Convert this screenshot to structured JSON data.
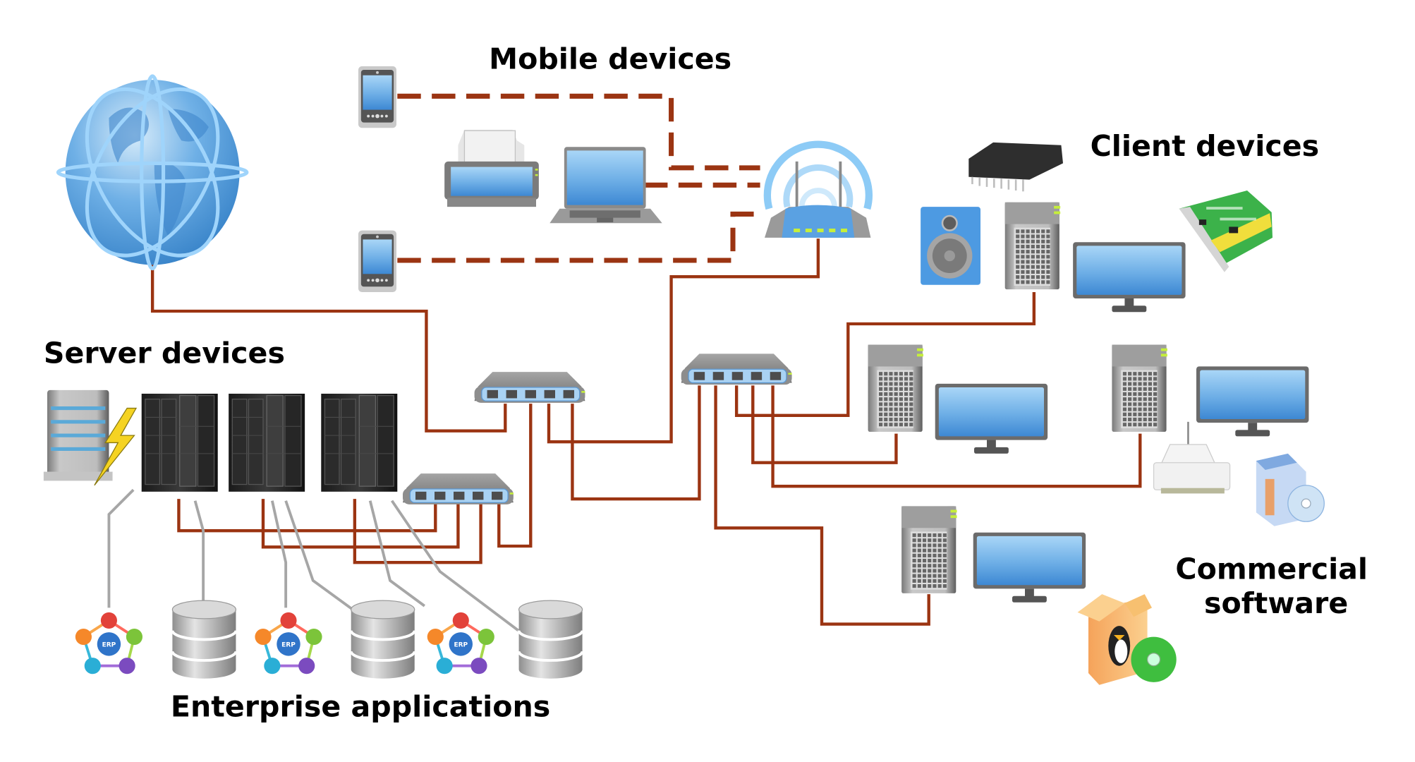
{
  "diagram": {
    "title": "Enterprise network overview",
    "labels": {
      "mobile": "Mobile devices",
      "client": "Client devices",
      "server": "Server devices",
      "enterprise": "Enterprise applications",
      "commercial_line1": "Commercial",
      "commercial_line2": "software"
    },
    "nodes": [
      {
        "id": "internet",
        "icon": "globe-icon",
        "group": "network"
      },
      {
        "id": "phone-1",
        "icon": "smartphone-icon",
        "group": "mobile"
      },
      {
        "id": "phone-2",
        "icon": "smartphone-icon",
        "group": "mobile"
      },
      {
        "id": "printer",
        "icon": "printer-icon",
        "group": "mobile"
      },
      {
        "id": "laptop",
        "icon": "laptop-icon",
        "group": "mobile"
      },
      {
        "id": "wifi-router",
        "icon": "wireless-router-icon",
        "group": "network"
      },
      {
        "id": "switch-1",
        "icon": "network-switch-icon",
        "group": "network"
      },
      {
        "id": "switch-2",
        "icon": "network-switch-icon",
        "group": "network"
      },
      {
        "id": "switch-3",
        "icon": "network-switch-icon",
        "group": "network"
      },
      {
        "id": "cpu-chip",
        "icon": "chip-icon",
        "group": "client"
      },
      {
        "id": "speaker",
        "icon": "speaker-icon",
        "group": "client"
      },
      {
        "id": "client-tower-1",
        "icon": "tower-pc-icon",
        "group": "client"
      },
      {
        "id": "client-monitor-1",
        "icon": "monitor-icon",
        "group": "client"
      },
      {
        "id": "network-card",
        "icon": "network-card-icon",
        "group": "client"
      },
      {
        "id": "client-tower-2",
        "icon": "tower-pc-icon",
        "group": "client"
      },
      {
        "id": "client-monitor-2",
        "icon": "monitor-icon",
        "group": "client"
      },
      {
        "id": "client-tower-3",
        "icon": "tower-pc-icon",
        "group": "client"
      },
      {
        "id": "client-monitor-3",
        "icon": "monitor-icon",
        "group": "client"
      },
      {
        "id": "client-tower-4",
        "icon": "tower-pc-icon",
        "group": "client"
      },
      {
        "id": "client-monitor-4",
        "icon": "monitor-icon",
        "group": "client"
      },
      {
        "id": "serial-connector",
        "icon": "serial-port-icon",
        "group": "client"
      },
      {
        "id": "software-package",
        "icon": "software-box-icon",
        "group": "commercial"
      },
      {
        "id": "linux-package",
        "icon": "linux-software-box-icon",
        "group": "commercial"
      },
      {
        "id": "power-server",
        "icon": "server-power-icon",
        "group": "server"
      },
      {
        "id": "rack-1",
        "icon": "server-rack-icon",
        "group": "server"
      },
      {
        "id": "rack-2",
        "icon": "server-rack-icon",
        "group": "server"
      },
      {
        "id": "rack-3",
        "icon": "server-rack-icon",
        "group": "server"
      },
      {
        "id": "erp-1",
        "icon": "erp-icon",
        "group": "enterprise",
        "text": "ERP"
      },
      {
        "id": "db-1",
        "icon": "database-icon",
        "group": "enterprise"
      },
      {
        "id": "erp-2",
        "icon": "erp-icon",
        "group": "enterprise",
        "text": "ERP"
      },
      {
        "id": "db-2",
        "icon": "database-icon",
        "group": "enterprise"
      },
      {
        "id": "erp-3",
        "icon": "erp-icon",
        "group": "enterprise",
        "text": "ERP"
      },
      {
        "id": "db-3",
        "icon": "database-icon",
        "group": "enterprise"
      }
    ],
    "colors": {
      "wire": "#9b3412",
      "app_link": "#a6a6a6",
      "screen_blue": "#4a90d9",
      "device_grey": "#8a8a8a"
    }
  }
}
